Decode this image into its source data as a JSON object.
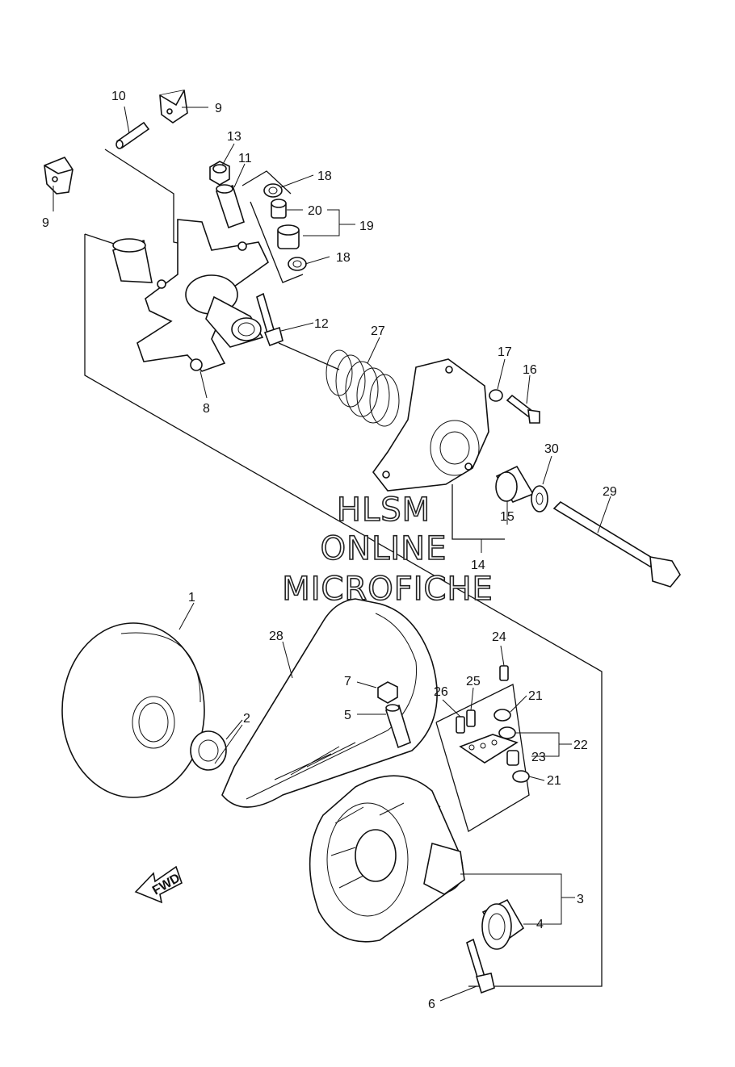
{
  "part_labels": {
    "p1": "1",
    "p2": "2",
    "p3": "3",
    "p4": "4",
    "p5": "5",
    "p6": "6",
    "p7": "7",
    "p8": "8",
    "p9a": "9",
    "p9b": "9",
    "p10": "10",
    "p11": "11",
    "p12": "12",
    "p13": "13",
    "p14": "14",
    "p15": "15",
    "p16": "16",
    "p17": "17",
    "p18a": "18",
    "p18b": "18",
    "p19": "19",
    "p20": "20",
    "p21a": "21",
    "p21b": "21",
    "p22": "22",
    "p23": "23",
    "p24": "24",
    "p25": "25",
    "p26": "26",
    "p27": "27",
    "p28": "28",
    "p29": "29",
    "p30": "30"
  },
  "watermark": {
    "line1": "HLSM",
    "line2": "ONLINE",
    "line3": "MICROFICHE"
  },
  "fwd_label": "FWD"
}
